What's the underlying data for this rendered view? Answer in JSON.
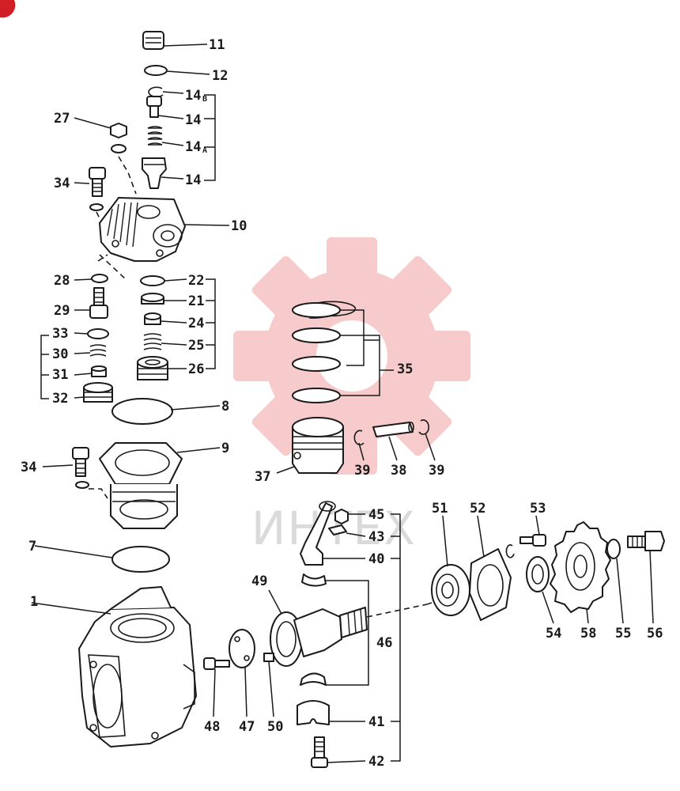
{
  "colors": {
    "watermark_gear": "#f3a9a9",
    "watermark_text": "#bdbdbd",
    "line": "#1a1a1a",
    "corner_mark": "#d21f26"
  },
  "watermark": {
    "text": "ИНТЕХ"
  },
  "labels": {
    "p11": "11",
    "p12": "12",
    "p14b": "14",
    "p14b_sub": "B",
    "p14_pin": "14",
    "p14a": "14",
    "p14a_sub": "A",
    "p14_valve": "14",
    "p27": "27",
    "p34_top": "34",
    "p10": "10",
    "p28": "28",
    "p29": "29",
    "p33": "33",
    "p30": "30",
    "p31": "31",
    "p32": "32",
    "p22": "22",
    "p21": "21",
    "p24": "24",
    "p25": "25",
    "p26": "26",
    "p35": "35",
    "p8": "8",
    "p9": "9",
    "p34_mid": "34",
    "p37": "37",
    "p39_left": "39",
    "p38": "38",
    "p39_right": "39",
    "p7": "7",
    "p1": "1",
    "p45": "45",
    "p43": "43",
    "p40": "40",
    "p49": "49",
    "p46": "46",
    "p41": "41",
    "p42": "42",
    "p48": "48",
    "p47": "47",
    "p50": "50",
    "p51": "51",
    "p52": "52",
    "p53": "53",
    "p54": "54",
    "p58": "58",
    "p55": "55",
    "p56": "56"
  }
}
